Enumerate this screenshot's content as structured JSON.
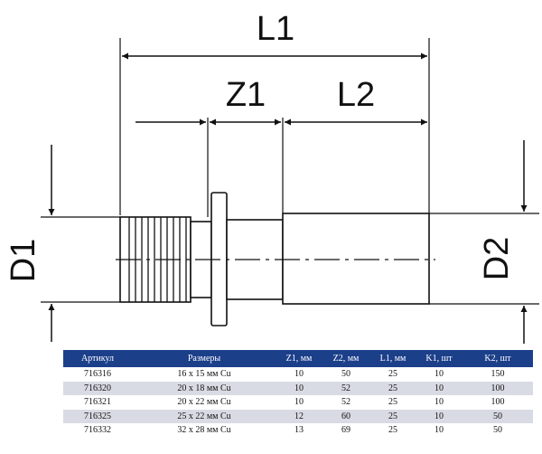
{
  "diagram": {
    "labels": {
      "L1": "L1",
      "Z1": "Z1",
      "L2": "L2",
      "D1": "D1",
      "D2": "D2"
    }
  },
  "table": {
    "headers": [
      "Артикул",
      "Размеры",
      "Z1, мм",
      "Z2, мм",
      "L1, мм",
      "K1, шт",
      "K2, шт"
    ],
    "rows": [
      [
        "716316",
        "16 x 15 мм Cu",
        "10",
        "50",
        "25",
        "10",
        "150"
      ],
      [
        "716320",
        "20 x 18 мм Cu",
        "10",
        "52",
        "25",
        "10",
        "100"
      ],
      [
        "716321",
        "20 x 22 мм Cu",
        "10",
        "52",
        "25",
        "10",
        "100"
      ],
      [
        "716325",
        "25 x 22 мм Cu",
        "12",
        "60",
        "25",
        "10",
        "50"
      ],
      [
        "716332",
        "32 x 28 мм Cu",
        "13",
        "69",
        "25",
        "10",
        "50"
      ]
    ],
    "colors": {
      "header_bg": "#1c3f8a",
      "header_text": "#ffffff",
      "stripe": "#d9dbe4"
    }
  }
}
